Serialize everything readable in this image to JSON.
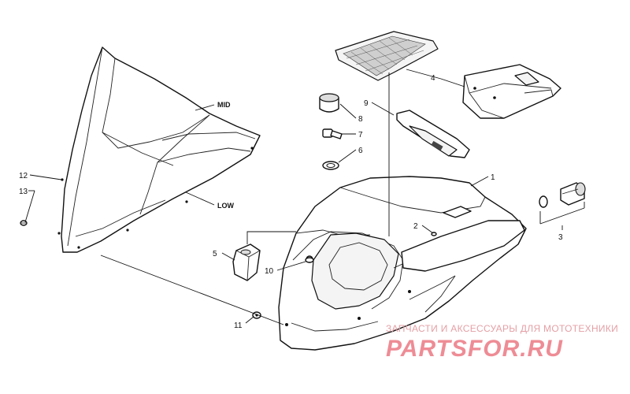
{
  "labels": {
    "mid": "MID",
    "low": "LOW",
    "n1": "1",
    "n2": "2",
    "n3": "3",
    "n4": "4",
    "n5": "5",
    "n6": "6",
    "n7": "7",
    "n8": "8",
    "n9": "9",
    "n10": "10",
    "n11": "11",
    "n12": "12",
    "n13": "13"
  },
  "watermark": {
    "tagline": "ЗАПЧАСТИ И АКСЕССУАРЫ ДЛЯ МОТОТЕХНИКИ",
    "brand": "PARTSFOR.RU"
  },
  "colors": {
    "line": "#111111",
    "watermark": "#ee8c95"
  }
}
